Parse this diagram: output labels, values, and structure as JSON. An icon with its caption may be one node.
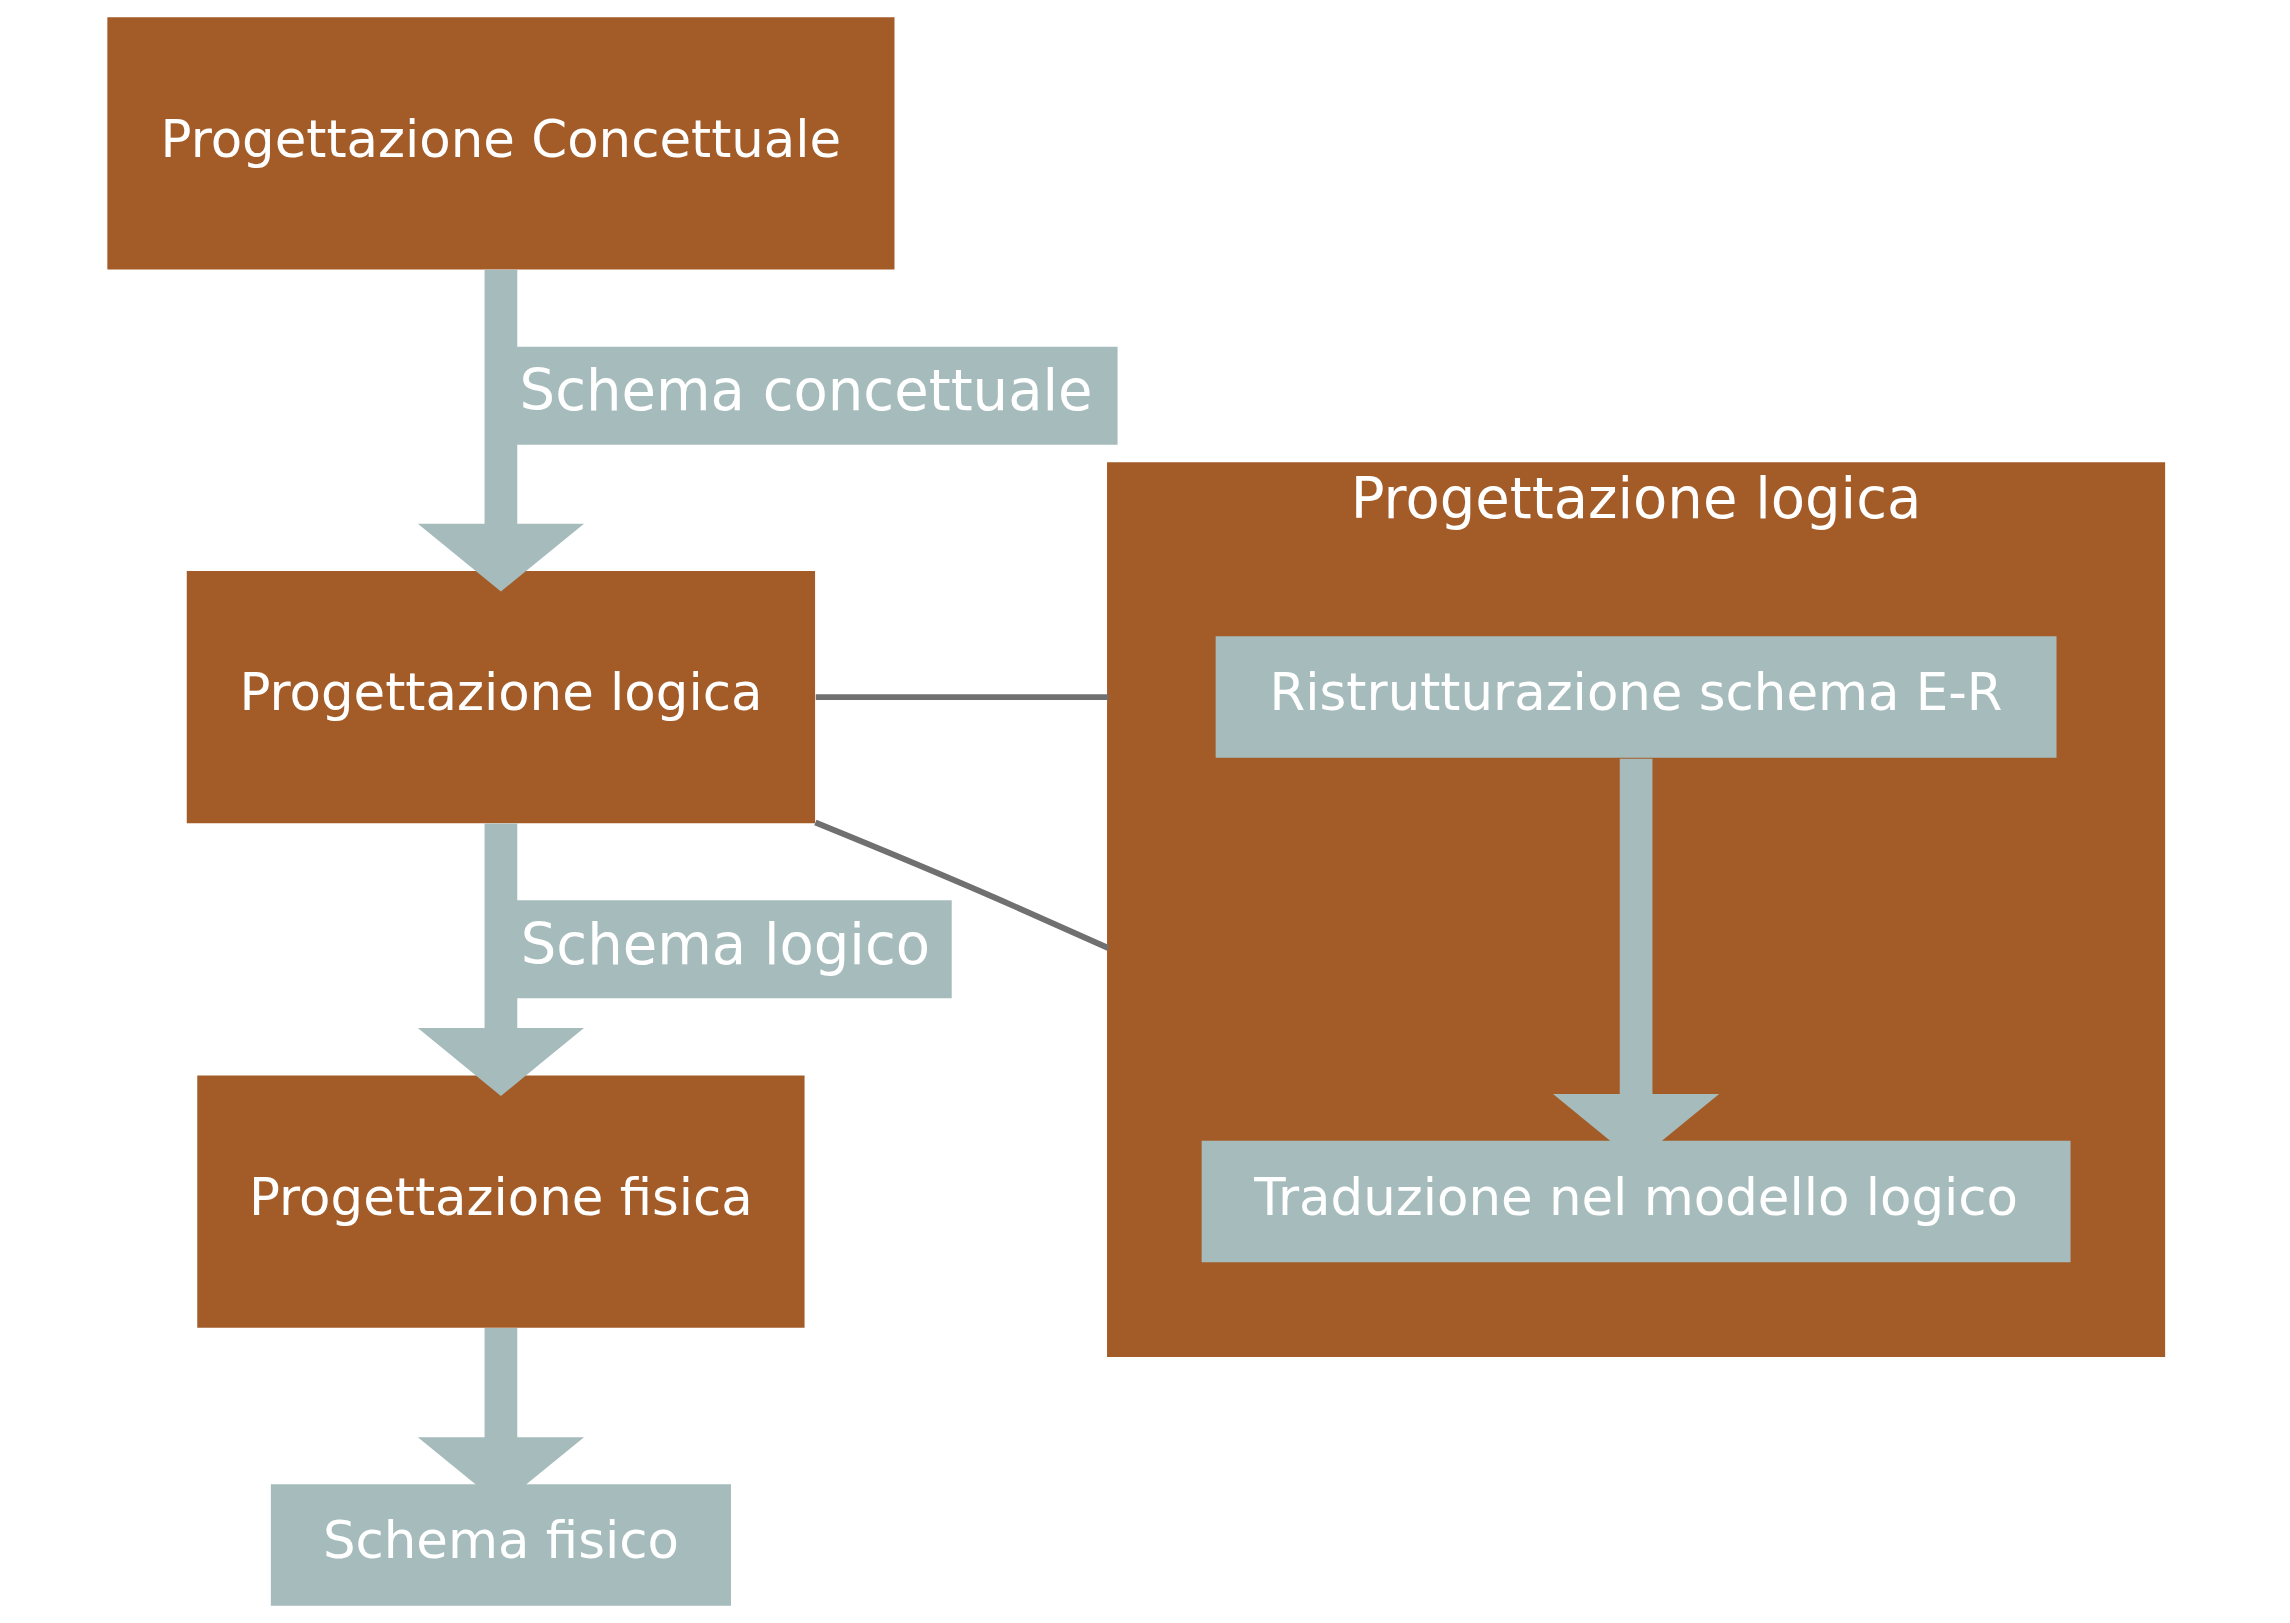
{
  "diagram": {
    "nodes": [
      {
        "text": [
          "Progettazione Concettuale"
        ]
      },
      {
        "text": [
          "Progettazione logica"
        ]
      },
      {
        "text": [
          "Progettazione fisica"
        ]
      },
      {
        "text": [
          "Schema fisico"
        ]
      },
      {
        "text": [
          "Progettazione logica"
        ]
      },
      {
        "text": [
          "Ristrutturazione schema E-R"
        ],
        "in": 4
      },
      {
        "text": [
          "Traduzione nel modello logico"
        ],
        "in": 4
      }
    ],
    "edges": [
      {
        "from": 0,
        "to": 1,
        "arrow": "to",
        "label": "Schema concettuale"
      },
      {
        "from": 1,
        "to": 2,
        "arrow": "to",
        "label": "Schema logico"
      },
      {
        "from": 2,
        "to": 3,
        "arrow": "to"
      },
      {
        "from": 5,
        "to": 6,
        "arrow": "to"
      },
      {
        "from": 1,
        "to": 4,
        "arrow": "none",
        "color": "#707070"
      },
      {
        "from": 1,
        "to": 4,
        "arrow": "none",
        "color": "#707070"
      }
    ]
  }
}
